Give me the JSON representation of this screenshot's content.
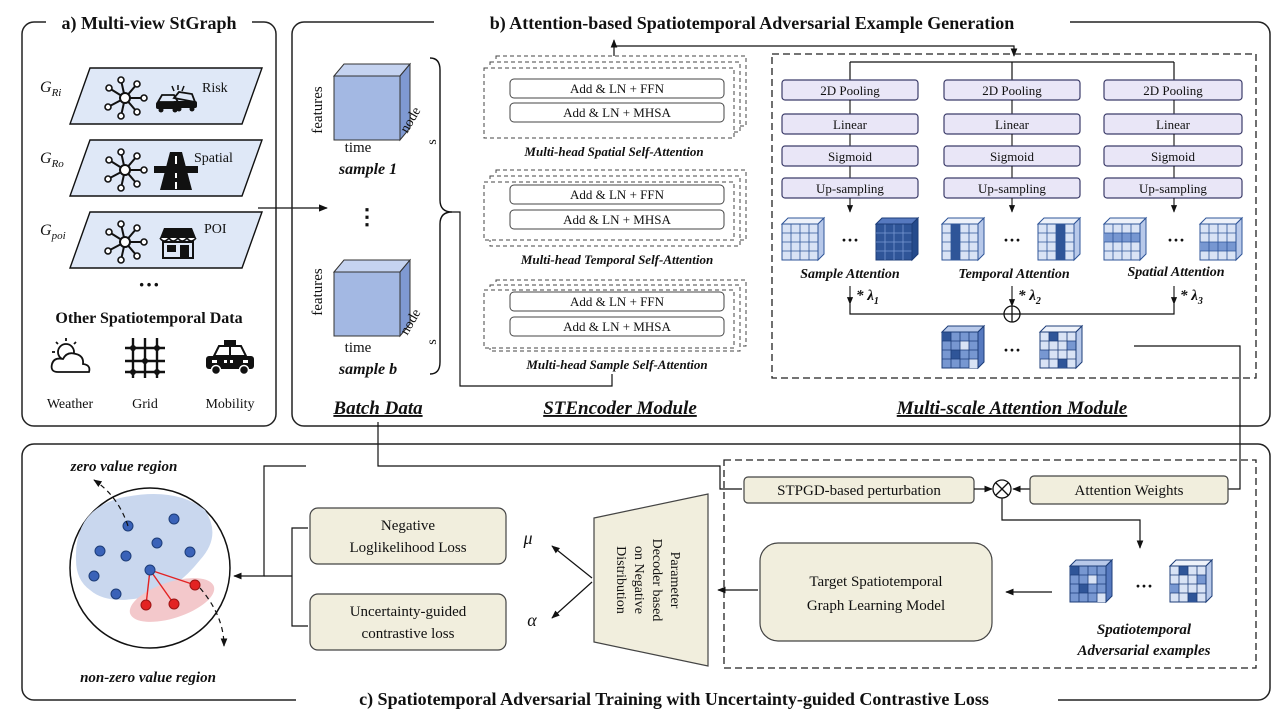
{
  "panel_a": {
    "title": "a) Multi-view StGraph",
    "graphs": [
      {
        "symbol": "G",
        "sub": "Ri",
        "label": "Risk",
        "icon": "car-crash-icon"
      },
      {
        "symbol": "G",
        "sub": "Ro",
        "label": "Spatial",
        "icon": "road-icon"
      },
      {
        "symbol": "G",
        "sub": "poi",
        "label": "POI",
        "icon": "store-icon"
      }
    ],
    "ellipsis": "···",
    "other_title": "Other Spatiotemporal Data",
    "other_items": [
      {
        "label": "Weather",
        "icon": "weather-icon"
      },
      {
        "label": "Grid",
        "icon": "grid-icon"
      },
      {
        "label": "Mobility",
        "icon": "taxi-icon"
      }
    ]
  },
  "panel_b": {
    "title": "b) Attention-based Spatiotemporal Adversarial Example Generation",
    "batch": {
      "axis_features": "features",
      "axis_time": "time",
      "axis_node": "node",
      "axis_s": "s",
      "sample_first": "sample 1",
      "sample_last": "sample b",
      "vdots": "⋮",
      "label": "Batch Data"
    },
    "encoder": {
      "blocks": [
        {
          "ffn": "Add & LN + FFN",
          "mhsa": "Add & LN + MHSA",
          "name": "Multi-head Spatial Self-Attention"
        },
        {
          "ffn": "Add & LN + FFN",
          "mhsa": "Add & LN + MHSA",
          "name": "Multi-head Temporal Self-Attention"
        },
        {
          "ffn": "Add & LN + FFN",
          "mhsa": "Add & LN + MHSA",
          "name": "Multi-head Sample Self-Attention"
        }
      ],
      "label": "STEncoder Module"
    },
    "multiscale": {
      "steps": [
        "2D Pooling",
        "Linear",
        "Sigmoid",
        "Up-sampling"
      ],
      "branches": [
        {
          "name": "Sample Attention",
          "weight": "* λ",
          "weight_sub": "1"
        },
        {
          "name": "Temporal Attention",
          "weight": "* λ",
          "weight_sub": "2"
        },
        {
          "name": "Spatial Attention",
          "weight": "* λ",
          "weight_sub": "3"
        }
      ],
      "dots": "···",
      "label": "Multi-scale Attention Module"
    }
  },
  "panel_c": {
    "title": "c) Spatiotemporal Adversarial Training with Uncertainty-guided Contrastive Loss",
    "zero_region": "zero value region",
    "nonzero_region": "non-zero value region",
    "loss_nll": [
      "Negative",
      "Loglikelihood Loss"
    ],
    "loss_contrastive": [
      "Uncertainty-guided",
      "contrastive loss"
    ],
    "mu": "μ",
    "alpha": "α",
    "decoder": [
      "Parameter",
      "Decoder based",
      "on Negative",
      "Distribution"
    ],
    "target_model": [
      "Target Spatiotemporal",
      "Graph Learning Model"
    ],
    "perturbation": "STPGD-based perturbation",
    "attention_weights": "Attention Weights",
    "adv_examples": [
      "Spatiotemporal",
      "Adversarial examples"
    ],
    "dots": "···"
  },
  "colors": {
    "box_fill": "#f1eedd",
    "pill_fill": "#e9e6f7",
    "pill_stroke": "#3c3c6a",
    "cube_front": "#a3b8e3",
    "cube_top": "#c5d3f0",
    "cube_side": "#7f99d2",
    "cell_dark": "#2f5598",
    "cell_mid": "#7797d1",
    "cell_light": "#d9e3f5",
    "blue_region": "#c9d7ee",
    "red_region": "#f3c8cb",
    "blue_node": "#3a62b8",
    "red_node": "#e32222"
  }
}
